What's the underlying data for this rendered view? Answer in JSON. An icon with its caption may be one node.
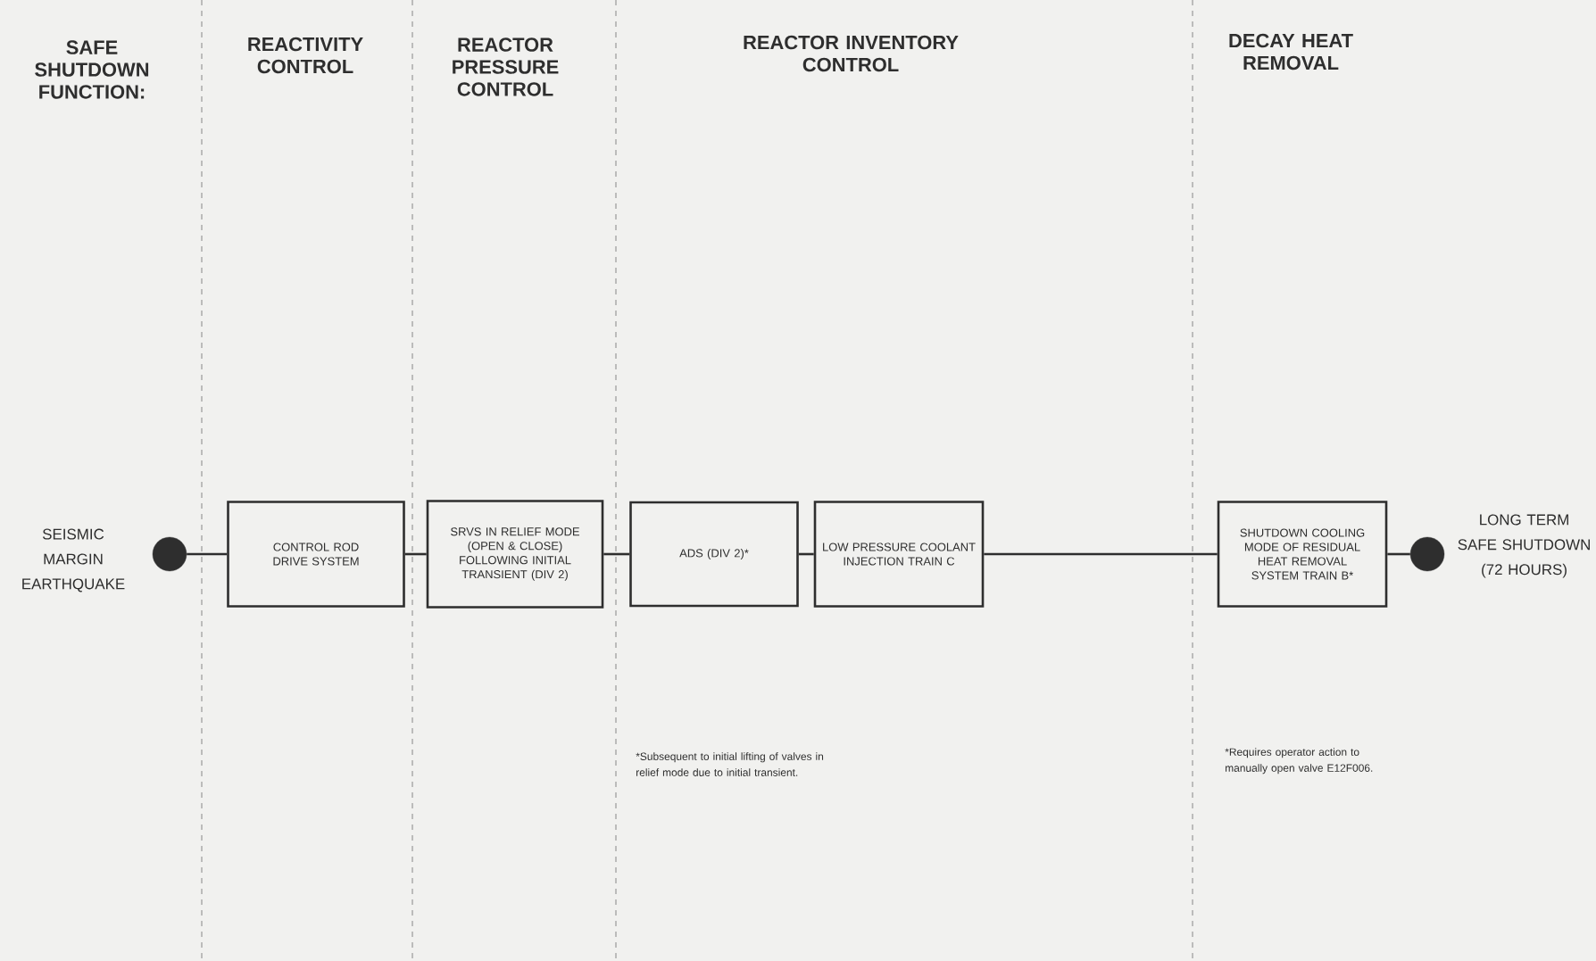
{
  "diagram": {
    "nodes": [
      {
        "text": [],
        "shape": "circle",
        "beside": [
          "SEISMIC MARGIN EARTHQUAKE"
        ]
      },
      {
        "text": [
          "CONTROL ROD DRIVE SYSTEM"
        ]
      },
      {
        "text": [
          "SRVS IN RELIEF MODE (OPEN & CLOSE) FOLLOWING INITIAL TRANSIENT (DIV 2)"
        ]
      },
      {
        "text": [
          "ADS (DIV 2)*"
        ]
      },
      {
        "text": [
          "LOW PRESSURE COOLANT INJECTION TRAIN C"
        ]
      },
      {
        "text": [
          "SHUTDOWN COOLING MODE OF RESIDUAL HEAT REMOVAL SYSTEM TRAIN B*"
        ]
      },
      {
        "text": [],
        "shape": "circle",
        "beside": [
          "LONG TERM SAFE SHUTDOWN (72 HOURS)"
        ]
      }
    ],
    "edges": [
      {
        "from": 0,
        "to": 1,
        "arrow": "none"
      },
      {
        "from": 1,
        "to": 2,
        "arrow": "none"
      },
      {
        "from": 2,
        "to": 3,
        "arrow": "none"
      },
      {
        "from": 3,
        "to": 4,
        "arrow": "none"
      },
      {
        "from": 4,
        "to": 5,
        "arrow": "none"
      },
      {
        "from": 5,
        "to": 6,
        "arrow": "none"
      }
    ],
    "labels": [
      "SAFE SHUTDOWN FUNCTION:",
      "REACTIVITY CONTROL",
      "REACTOR PRESSURE CONTROL",
      "REACTOR INVENTORY CONTROL",
      "DECAY HEAT REMOVAL",
      "*Subsequent to initial lifting of valves in relief mode due to initial transient.",
      "*Requires operator action to manually open valve E12F006."
    ]
  }
}
